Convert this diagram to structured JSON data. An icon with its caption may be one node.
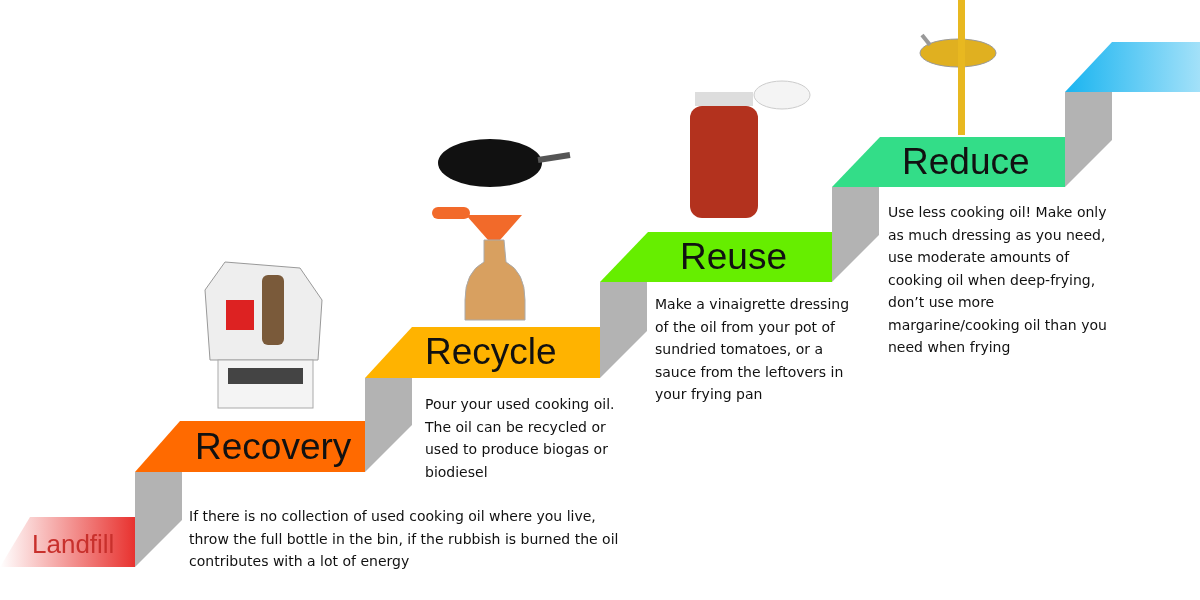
{
  "diagram": {
    "nodes": [
      {
        "text": [
          "Landfill"
        ]
      },
      {
        "text": [
          "Recovery"
        ],
        "beside": [
          "If there is no collection of used cooking oil where you live, throw the full bottle in the bin, if the rubbish is burned the oil contributes with a lot of energy"
        ]
      },
      {
        "text": [
          "Recycle"
        ],
        "beside": [
          "Pour your used cooking oil. The oil can be recycled or used to produce biogas or biodiesel"
        ]
      },
      {
        "text": [
          "Reuse"
        ],
        "beside": [
          "Make a vinaigrette dressing of the oil from your pot of sundried tomatoes, or a sauce from the leftovers in your frying pan"
        ]
      },
      {
        "text": [
          "Reduce"
        ],
        "beside": [
          "Use less cooking oil! Make only as much dressing as you need, use moderate amounts of cooking oil when deep-frying, don’t use more margarine/cooking oil than you need when frying"
        ]
      },
      {
        "text": [],
        "shape": "bar"
      }
    ]
  }
}
